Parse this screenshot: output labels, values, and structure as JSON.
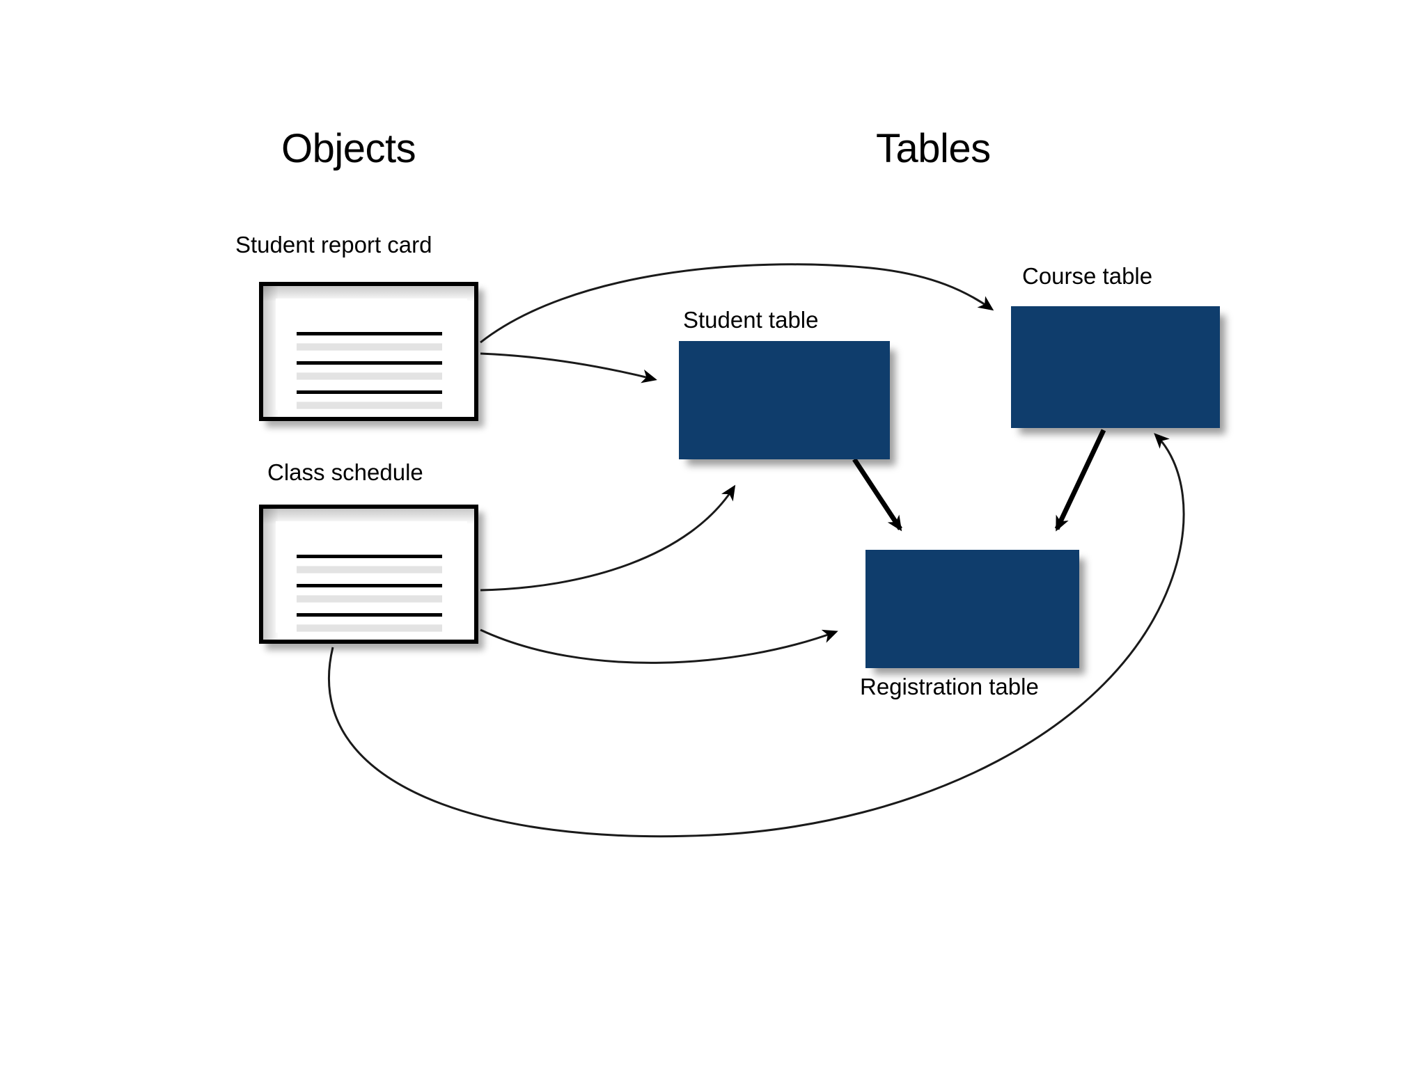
{
  "diagram": {
    "title_implicit": "Objects mapped to relational tables",
    "columns": [
      {
        "id": "objects",
        "label": "Objects"
      },
      {
        "id": "tables",
        "label": "Tables"
      }
    ],
    "objects": [
      {
        "id": "student-report-card",
        "label": "Student report card",
        "icon": "document-card-icon",
        "lines": 4
      },
      {
        "id": "class-schedule",
        "label": "Class schedule",
        "icon": "document-card-icon",
        "lines": 4
      }
    ],
    "tables": [
      {
        "id": "student-table",
        "label": "Student table",
        "color": "#0f3d6c",
        "label_position": "above"
      },
      {
        "id": "course-table",
        "label": "Course table",
        "color": "#0f3d6c",
        "label_position": "above"
      },
      {
        "id": "registration-table",
        "label": "Registration table",
        "color": "#0f3d6c",
        "label_position": "below"
      }
    ],
    "connections": [
      {
        "id": "c1",
        "from": "student-report-card",
        "to": "course-table",
        "style": "curved",
        "arrow": "end"
      },
      {
        "id": "c2",
        "from": "student-report-card",
        "to": "student-table",
        "style": "curved",
        "arrow": "end"
      },
      {
        "id": "c3",
        "from": "class-schedule",
        "to": "student-table",
        "style": "curved",
        "arrow": "end"
      },
      {
        "id": "c4",
        "from": "class-schedule",
        "to": "registration-table",
        "style": "curved",
        "arrow": "end"
      },
      {
        "id": "c5",
        "from": "class-schedule",
        "to": "course-table",
        "style": "curved-long",
        "arrow": "end"
      },
      {
        "id": "c6",
        "from": "student-table",
        "to": "registration-table",
        "style": "straight",
        "arrow": "end"
      },
      {
        "id": "c7",
        "from": "course-table",
        "to": "registration-table",
        "style": "straight",
        "arrow": "end"
      }
    ],
    "colors": {
      "table_fill": "#0f3d6c",
      "card_border": "#000000",
      "card_paper": "#ffffff",
      "card_rule_dark": "#000000",
      "card_rule_light": "#e3e3e3",
      "connector": "#1a1a1a",
      "background": "#ffffff"
    }
  }
}
